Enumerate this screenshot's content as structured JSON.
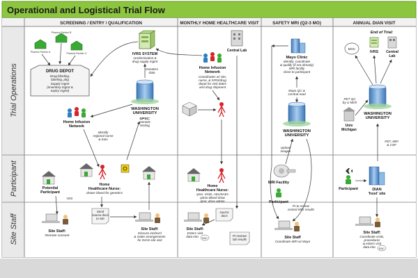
{
  "title": "Operational and Logistical Trial Flow",
  "columns": [
    "SCREENING / ENTRY / QUALIFICATION",
    "MONTHLY HOME HEALTHCARE VISIT",
    "SAFETY MRI (Q2-3 MO)",
    "ANNUAL DIAN VISIT"
  ],
  "rows": [
    "Trial Operations",
    "Participant",
    "Site Staff"
  ],
  "nodes": {
    "pharma_a": "Pharma Partner A",
    "pharma_b": "Pharma Partner B",
    "pharma_c": "Pharma Partner C",
    "drug_depot_title": "DRUG DEPOT",
    "drug_depot_b1": "Drug blinding,",
    "drug_depot_b1b": "labeling, pkg",
    "drug_depot_b2": "Supply mgmt",
    "drug_depot_b2b": "(inventory mgmt &",
    "drug_depot_b2c": "expiry mgmt)",
    "ivrs_title": "IVRS SYSTEM",
    "ivrs_sub1": "randomization &",
    "ivrs_sub2": "drug supply mgmt",
    "genetics_data_1": "Genetics",
    "genetics_data_2": "data",
    "hin1_1": "Home Infusion",
    "hin1_2": "Network",
    "wu1_1": "WASHINGTON",
    "wu1_2": "UNIVERSITY",
    "gpsc_1": "GPSC:",
    "gpsc_2": "Genetic",
    "gpsc_3": "testing",
    "identify_1": "Identify",
    "identify_2": "regional nurse",
    "identify_3": "& train",
    "hin2_1": "Home Infusion",
    "hin2_2": "Network",
    "hin2_d1": "Coordinates w/ site,",
    "hin2_d2": "nurse, & IVRS/drug",
    "hin2_d3": "depot for visit dates",
    "hin2_d4": "and drug shipment",
    "central_lab": "Central Lab",
    "mayo_1": "Mayo Clinic",
    "mayo_d1": "Identify, coordinate",
    "mayo_d2": "& qualify (if not already)",
    "mayo_d3": "MRI facility",
    "mayo_d4": "close to participant",
    "mayo_qc_1": "Mayo QC &",
    "mayo_qc_2": "Central read",
    "wu2_1": "WASHINGTON",
    "wu2_2": "UNIVERSITY",
    "upload_1": "Upload",
    "upload_2": "images",
    "end_trial": "End of Trial:",
    "edc": "EDC",
    "ivrs": "IVRS",
    "central_lab_2a": "Central",
    "central_lab_2b": "Lab",
    "pet_qc_1": "PET QC",
    "pet_qc_2": "by U Mich",
    "univ_mich_1": "Univ",
    "univ_mich_2": "Michigan",
    "wu3_1": "WASHINGTON",
    "wu3_2": "UNIVERSITY",
    "pet_mri_1": "PET, MRI",
    "pet_mri_2": "& CSF",
    "potential_1": "Potential",
    "potential_2": "Participant",
    "yes": "YES",
    "home_nurse1_1": "Home",
    "home_nurse1_2": "Healthcare Nurse:",
    "home_nurse1_3": "draws blood for genetics",
    "home_nurse2_1": "Home",
    "home_nurse2_2": "Healthcare Nurse:",
    "home_nurse2_3": "qmo: Visits, AEs/SAEs",
    "home_nurse2_4": "q3mo Blood draw",
    "home_nurse2_5": "qmo: dose admin",
    "mri_facility": "MRI Facility",
    "participant_mri": "Participant",
    "participant_annual": "Participant",
    "dian_host_1": "DIAN",
    "dian_host_2": "'host' site",
    "site_staff1_1": "Site Staff:",
    "site_staff1_2": "Remote consent",
    "send_docs_1": "Send",
    "send_docs_2": "source docs",
    "send_docs_3": "to site",
    "site_staff2_1": "Site Staff:",
    "site_staff2_2": "Discuss incl/excl",
    "site_staff2_3": "& make arrangements",
    "site_staff2_4": "for DIAN site visit",
    "source_docs_1": "source",
    "source_docs_2": "docs",
    "site_staff3_1": "Site Staff:",
    "site_staff3_2": "Enters visit",
    "site_staff3_3": "data into",
    "pi_reviews_1": "PI reviews",
    "pi_reviews_2": "lab results",
    "pi_review_mri_1": "PI to review",
    "pi_review_mri_2": "central MRI results",
    "site_staff4_1": "Site Staff",
    "site_staff4_2": "Coordinate MRI w/ Mayo",
    "site_staff5_1": "Site Staff:",
    "site_staff5_2": "Coordinate visits,",
    "site_staff5_3": "procedures",
    "site_staff5_4": "& enters visit",
    "site_staff5_5": "data into"
  },
  "colors": {
    "header_green": "#8cc63f",
    "header_border": "#6a9a2a",
    "row_gray": "#e9e9e9",
    "person_red": "#d8232a",
    "person_green": "#3aa935",
    "person_blue": "#2d7fc1",
    "building_blue": "#5b9bd5",
    "teal": "#4aa3a3"
  }
}
